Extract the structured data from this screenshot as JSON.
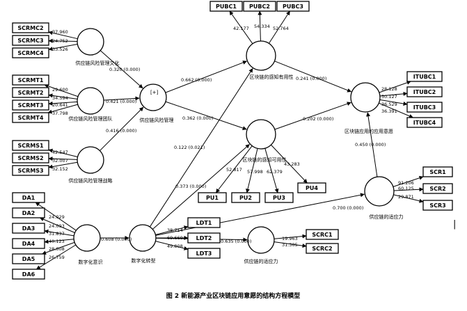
{
  "caption": "图 2   新能源产业区块链应用意愿的结构方程模型",
  "cursor_mark": "|",
  "constructs": [
    {
      "id": "c1",
      "label": "供应链风险管理文化"
    },
    {
      "id": "c2",
      "label": "供应链风险管理团队"
    },
    {
      "id": "c3",
      "label": "供应链风险管理战略"
    },
    {
      "id": "srm",
      "label": "供应链风险管理",
      "inner": "[+]"
    },
    {
      "id": "da",
      "label": "数字化意识"
    },
    {
      "id": "dt",
      "label": "数字化转型"
    },
    {
      "id": "pu_c",
      "label": "区块链的感知可用性"
    },
    {
      "id": "pub_c",
      "label": "区块链的感知有用性"
    },
    {
      "id": "sca",
      "label": "供应链的适应力"
    },
    {
      "id": "itu",
      "label": "区块链应用的应用意愿"
    },
    {
      "id": "scr_c",
      "label": "供应链的适应力"
    }
  ],
  "indicators": [
    {
      "id": "SCRMC2",
      "label": "SCRMC2",
      "loading": "37.960"
    },
    {
      "id": "SCRMC3",
      "label": "SCRMC3",
      "loading": "24.752"
    },
    {
      "id": "SCRMC4",
      "label": "SCRMC4",
      "loading": "33.526"
    },
    {
      "id": "SCRMT1",
      "label": "SCRMT1",
      "loading": "29.600"
    },
    {
      "id": "SCRMT2",
      "label": "SCRMT2",
      "loading": "34.594"
    },
    {
      "id": "SCRMT3",
      "label": "SCRMT3",
      "loading": "20.641"
    },
    {
      "id": "SCRMT4",
      "label": "SCRMT4",
      "loading": "37.798"
    },
    {
      "id": "SCRMS1",
      "label": "SCRMS1",
      "loading": "42.547"
    },
    {
      "id": "SCRMS2",
      "label": "SCRMS2",
      "loading": "32.007"
    },
    {
      "id": "SCRMS3",
      "label": "SCRMS3",
      "loading": "32.152"
    },
    {
      "id": "DA1",
      "label": "DA1",
      "loading": "24.029"
    },
    {
      "id": "DA2",
      "label": "DA2",
      "loading": "24.093"
    },
    {
      "id": "DA3",
      "label": "DA3",
      "loading": "31.837"
    },
    {
      "id": "DA4",
      "label": "DA4",
      "loading": "40.123"
    },
    {
      "id": "DA5",
      "label": "DA5",
      "loading": "28.008"
    },
    {
      "id": "DA6",
      "label": "DA6",
      "loading": "26.759"
    },
    {
      "id": "LDT1",
      "label": "LDT1",
      "loading": "38.714"
    },
    {
      "id": "LDT2",
      "label": "LDT2",
      "loading": "69.660"
    },
    {
      "id": "LDT3",
      "label": "LDT3",
      "loading": "49.808"
    },
    {
      "id": "SCRC1",
      "label": "SCRC1",
      "loading": "19.963"
    },
    {
      "id": "SCRC2",
      "label": "SCRC2",
      "loading": "31.305"
    },
    {
      "id": "PUBC1",
      "label": "PUBC1",
      "loading": "42.177"
    },
    {
      "id": "PUBC2",
      "label": "PUBC2",
      "loading": "54.334"
    },
    {
      "id": "PUBC3",
      "label": "PUBC3",
      "loading": "52.764"
    },
    {
      "id": "PU1",
      "label": "PU1",
      "loading": "52.817"
    },
    {
      "id": "PU2",
      "label": "PU2",
      "loading": "57.998"
    },
    {
      "id": "PU3",
      "label": "PU3",
      "loading": "62.379"
    },
    {
      "id": "PU4",
      "label": "PU4",
      "loading": "43.283"
    },
    {
      "id": "ITUBC1",
      "label": "ITUBC1",
      "loading": "28.128"
    },
    {
      "id": "ITUBC2",
      "label": "ITUBC2",
      "loading": "50.127"
    },
    {
      "id": "ITUBC3",
      "label": "ITUBC3",
      "loading": "36.529"
    },
    {
      "id": "ITUBC4",
      "label": "ITUBC4",
      "loading": "36.391"
    },
    {
      "id": "SCR1",
      "label": "SCR1",
      "loading": "91.206"
    },
    {
      "id": "SCR2",
      "label": "SCR2",
      "loading": "60.125"
    },
    {
      "id": "SCR3",
      "label": "SCR3",
      "loading": "29.871"
    }
  ],
  "paths": [
    {
      "id": "c1_srm",
      "label": "0.320 (0.000)"
    },
    {
      "id": "c2_srm",
      "label": "0.421 (0.000)"
    },
    {
      "id": "c3_srm",
      "label": "0.416 (0.000)"
    },
    {
      "id": "srm_pub",
      "label": "0.662 (0.000)"
    },
    {
      "id": "srm_pu",
      "label": "0.362 (0.000)"
    },
    {
      "id": "dt_pub",
      "label": "0.122 (0.021)"
    },
    {
      "id": "dt_pu",
      "label": "0.373 (0.000)"
    },
    {
      "id": "da_dt",
      "label": "0.608 (0.000)"
    },
    {
      "id": "dt_sca",
      "label": "0.635 (0.000)"
    },
    {
      "id": "pub_itu",
      "label": "0.241 (0.000)"
    },
    {
      "id": "pu_itu",
      "label": "0.202 (0.000)"
    },
    {
      "id": "scr_itu",
      "label": "0.450 (0.000)"
    },
    {
      "id": "dt_scr",
      "label": "0.700 (0.000)"
    }
  ]
}
